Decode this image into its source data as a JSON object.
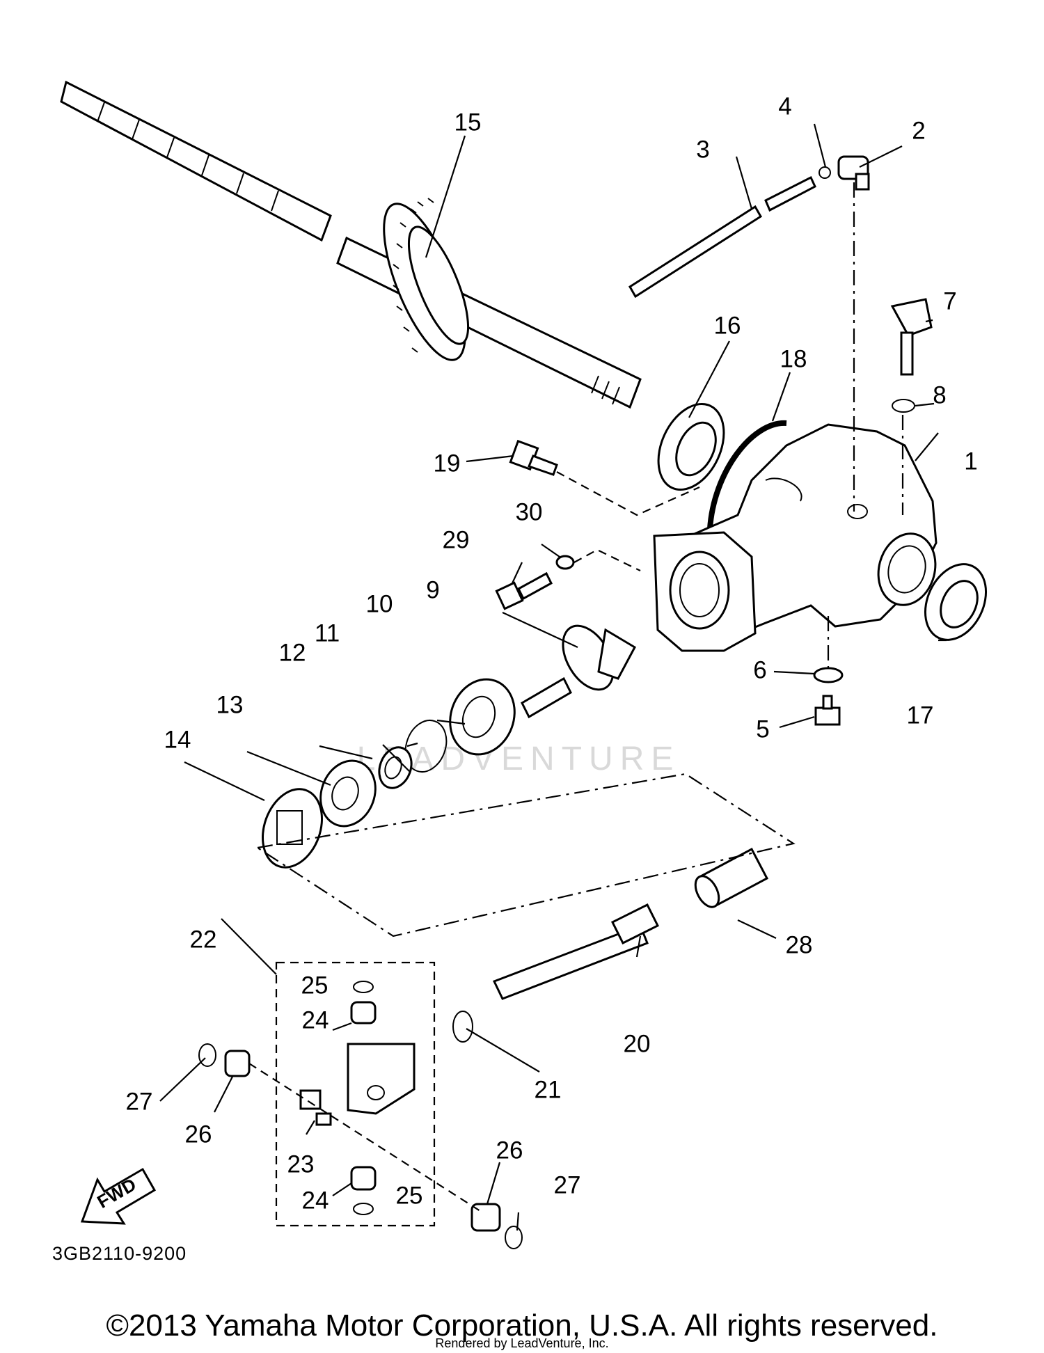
{
  "diagram_code": "3GB2110-9200",
  "copyright": "©2013 Yamaha Motor Corporation, U.S.A. All rights reserved.",
  "rendered_by": "Rendered by LeadVenture, Inc.",
  "watermark": "LEADVENTURE",
  "fwd_label": "FWD",
  "callouts": [
    "1",
    "2",
    "3",
    "4",
    "5",
    "6",
    "7",
    "8",
    "9",
    "10",
    "11",
    "12",
    "13",
    "14",
    "15",
    "16",
    "17",
    "18",
    "19",
    "20",
    "21",
    "22",
    "23",
    "24",
    "24",
    "25",
    "25",
    "26",
    "26",
    "27",
    "27",
    "28",
    "29",
    "30"
  ]
}
